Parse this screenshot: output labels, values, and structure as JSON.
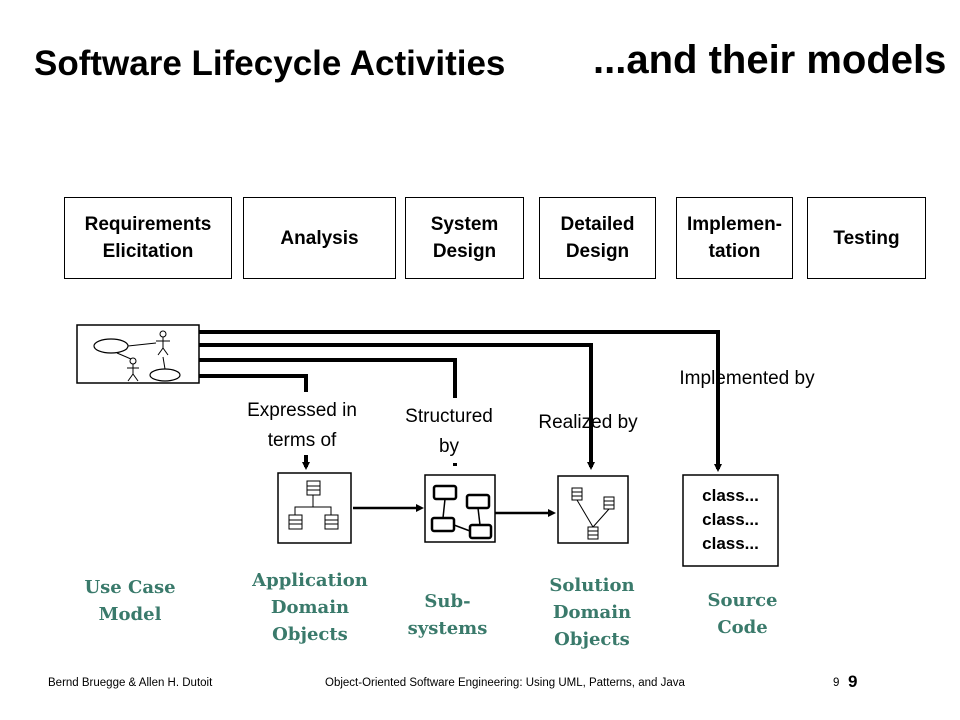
{
  "title": {
    "part1": "Software Lifecycle Activities",
    "part2": "...and their models"
  },
  "phases": [
    "Requirements\nElicitation",
    "Analysis",
    "System\nDesign",
    "Detailed\nDesign",
    "Implemen-\ntation",
    "Testing"
  ],
  "relations": {
    "expressed": "Expressed in\nterms of",
    "structured": "Structured\nby",
    "realized": "Realized by",
    "implemented": "Implemented by"
  },
  "source_code_lines": [
    "class...",
    "class...",
    "class..."
  ],
  "models": {
    "use_case": "Use Case\nModel",
    "application": "Application\nDomain\nObjects",
    "subsystems": "Sub-\nsystems",
    "solution": "Solution\nDomain\nObjects",
    "source": "Source\nCode"
  },
  "footer": {
    "authors": "Bernd Bruegge & Allen H. Dutoit",
    "book": "Object-Oriented Software Engineering: Using UML, Patterns, and Java",
    "page_small": "9",
    "page_big": "9"
  },
  "colors": {
    "model_label": "#3a7a6b",
    "lines": "#000000"
  }
}
